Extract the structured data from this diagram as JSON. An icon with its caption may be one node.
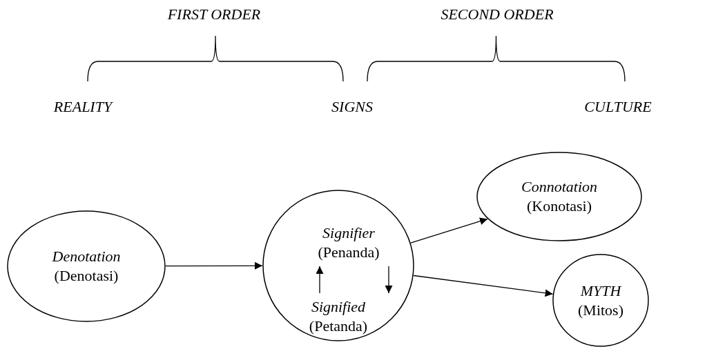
{
  "diagram": {
    "nodes": [
      {
        "text": [
          "Denotation",
          "(Denotasi)"
        ]
      },
      {
        "text": [],
        "shape": "circle"
      },
      {
        "text": [
          "Signifier",
          "(Penanda)"
        ],
        "in": 1
      },
      {
        "text": [
          "Signified",
          "(Petanda)"
        ],
        "in": 1
      },
      {
        "text": [
          "Connotation",
          "(Konotasi)"
        ]
      },
      {
        "text": [
          "MYTH",
          "(Mitos)"
        ]
      }
    ],
    "edges": [
      {
        "from": 0,
        "to": 1,
        "arrow": "to"
      },
      {
        "from": 1,
        "to": 4,
        "arrow": "to"
      },
      {
        "from": 1,
        "to": 5,
        "arrow": "to"
      },
      {
        "from": 2,
        "to": 3,
        "arrow": "to"
      },
      {
        "from": 3,
        "to": 2,
        "arrow": "to"
      }
    ],
    "labels": [
      "FIRST ORDER",
      "SECOND ORDER",
      "REALITY",
      "SIGNS",
      "CULTURE"
    ]
  }
}
